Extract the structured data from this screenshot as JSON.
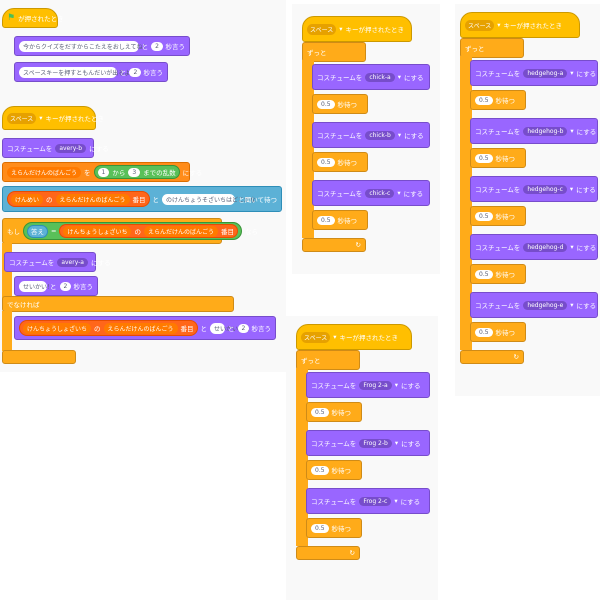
{
  "script_main": {
    "hat_flag": "が押されたとき",
    "say1_text": "今からクイズをだすからこたえをおしえてね！",
    "say1_and": "と",
    "say1_secs": "2",
    "say1_suffix": "秒言う",
    "say2_text": "スペースキーを押すともんだいが出るよ！",
    "say2_and": "と",
    "say2_secs": "2",
    "say2_suffix": "秒言う"
  },
  "script_quiz": {
    "key": "スペース",
    "hat_suffix": "キーが押されたとき",
    "costume_prefix": "コスチュームを",
    "costume1": "avery-b",
    "costume_suffix": "にする",
    "var_name": "えらんだけんのばんごう",
    "set_to": "を",
    "rand_from": "1",
    "rand_kara": "から",
    "rand_to": "3",
    "rand_suffix": "までの乱数",
    "set_suffix": "にする",
    "list1": "けんめい",
    "of1": "の",
    "item_var1": "えらんだけんのばんごう",
    "item_suffix1": "番目",
    "and1": "と",
    "question_tail": "のけんちょうそざいちはどこかな",
    "ask_suffix": "と聞いて待つ",
    "if_label": "もし",
    "answer": "答え",
    "eq": "=",
    "list2": "けんちょうしょざいち",
    "of2": "の",
    "item_var2": "えらんだけんのばんごう",
    "item_suffix2": "番目",
    "then": "なら",
    "costume2": "avery-a",
    "say_ok": "せいかい！",
    "say_ok_and": "と",
    "say_ok_secs": "2",
    "say_ok_suffix": "秒言う",
    "else_label": "でなければ",
    "list3": "けんちょうしょざいち",
    "of3": "の",
    "item_var3": "えらんだけんのばんごう",
    "item_suffix3": "番目",
    "and3": "と",
    "say_ng": "せいかいだよ",
    "say_ng_and": "と",
    "say_ng_secs": "2",
    "say_ng_suffix": "秒言う"
  },
  "script_chick": {
    "key": "スペース",
    "hat_suffix": "キーが押されたとき",
    "forever": "ずっと",
    "costume_prefix": "コスチュームを",
    "costume_suffix": "にする",
    "wait_suffix": "秒待つ",
    "steps": [
      {
        "costume": "chick-a",
        "wait": "0.5"
      },
      {
        "costume": "chick-b",
        "wait": "0.5"
      },
      {
        "costume": "chick-c",
        "wait": "0.5"
      }
    ]
  },
  "script_hedgehog": {
    "key": "スペース",
    "hat_suffix": "キーが押されたとき",
    "forever": "ずっと",
    "costume_prefix": "コスチュームを",
    "costume_suffix": "にする",
    "wait_suffix": "秒待つ",
    "steps": [
      {
        "costume": "hedgehog-a",
        "wait": "0.5"
      },
      {
        "costume": "hedgehog-b",
        "wait": "0.5"
      },
      {
        "costume": "hedgehog-c",
        "wait": "0.5"
      },
      {
        "costume": "hedgehog-d",
        "wait": "0.5"
      },
      {
        "costume": "hedgehog-e",
        "wait": "0.5"
      }
    ]
  },
  "script_frog": {
    "key": "スペース",
    "hat_suffix": "キーが押されたとき",
    "forever": "ずっと",
    "costume_prefix": "コスチュームを",
    "costume_suffix": "にする",
    "wait_suffix": "秒待つ",
    "steps": [
      {
        "costume": "Frog 2-a",
        "wait": "0.5"
      },
      {
        "costume": "Frog 2-b",
        "wait": "0.5"
      },
      {
        "costume": "Frog 2-c",
        "wait": "0.5"
      }
    ]
  },
  "colors": {
    "events": "#ffbf00",
    "looks": "#9966ff",
    "control": "#ffab19",
    "variables": "#ff8c1a",
    "sensing": "#5cb1d6",
    "operators": "#59c059",
    "lists": "#ff661a"
  }
}
